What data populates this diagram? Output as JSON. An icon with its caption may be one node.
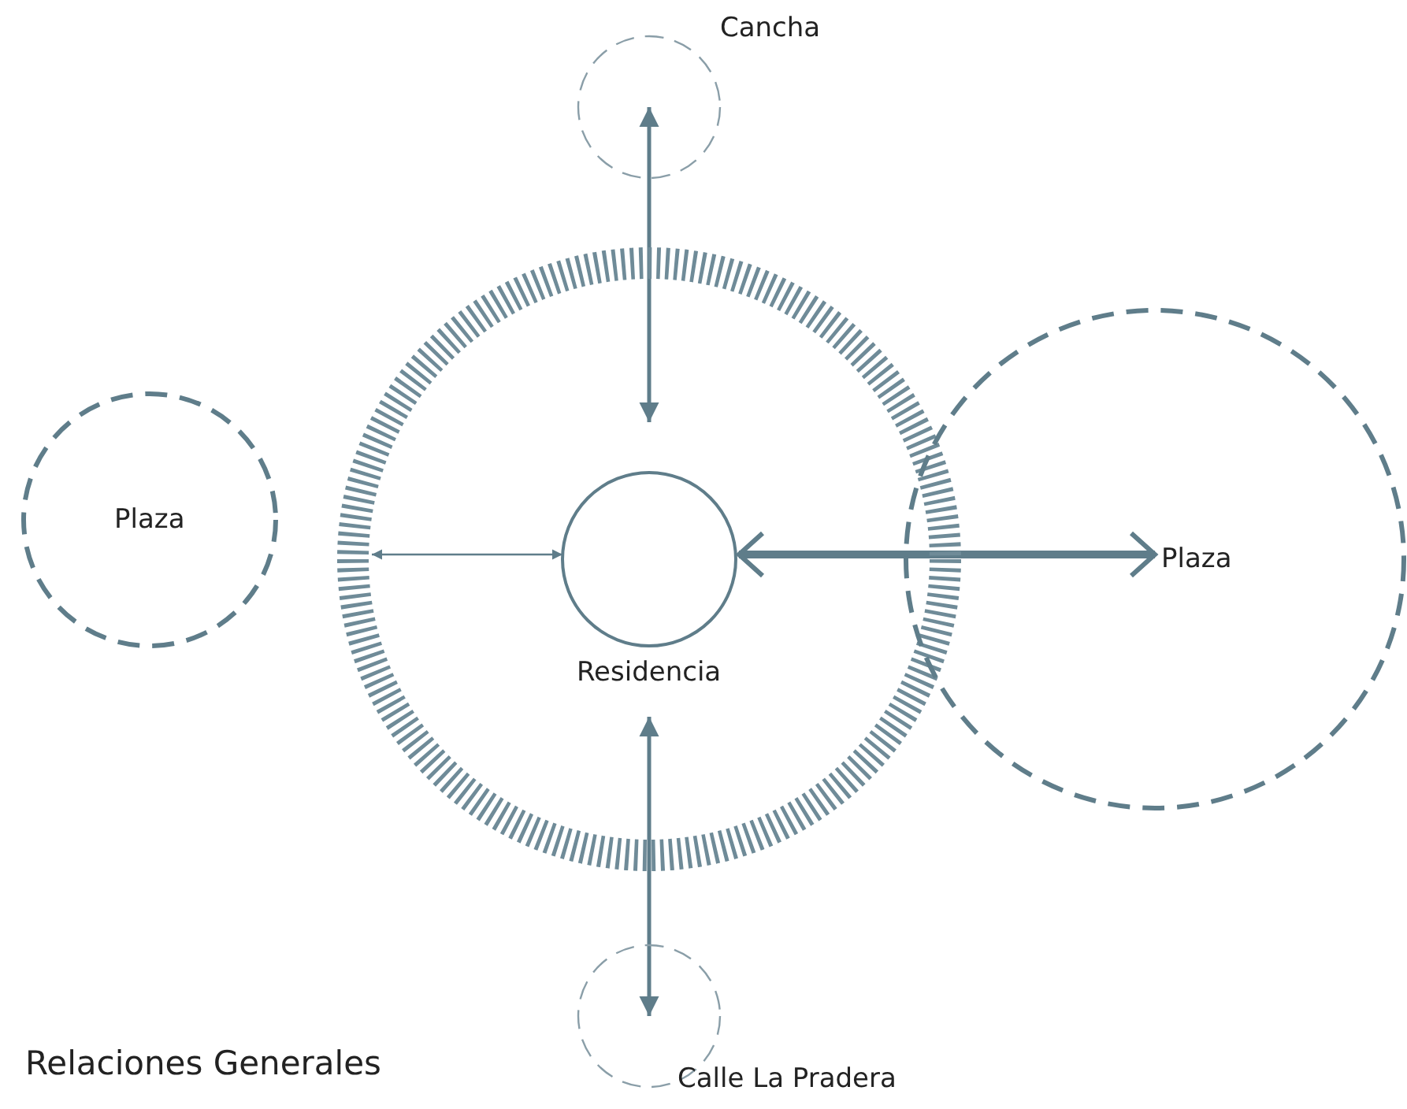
{
  "diagram": {
    "title": "Relaciones Generales",
    "nodes": [
      {
        "text": [],
        "shape": "circle"
      },
      {
        "text": [
          "Residencia"
        ],
        "in": 0
      },
      {
        "text": [
          "Cancha"
        ]
      },
      {
        "text": [
          "Plaza"
        ]
      },
      {
        "text": [
          "Plaza"
        ]
      },
      {
        "text": [
          "Calle La Pradera"
        ]
      }
    ],
    "edges": [
      {
        "from": 2,
        "to": 1,
        "arrow": "both"
      },
      {
        "from": 0,
        "to": 1,
        "arrow": "both"
      },
      {
        "from": 1,
        "to": 4,
        "arrow": "both",
        "style": "thick"
      },
      {
        "from": 1,
        "to": 5,
        "arrow": "both"
      }
    ]
  }
}
